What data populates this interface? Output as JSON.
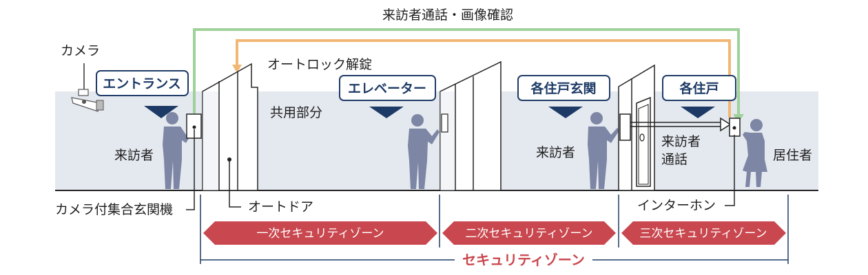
{
  "diagram": {
    "top_caption": "来訪者通話・画像確認",
    "labels": {
      "camera": "カメラ",
      "autolock": "オートロック解錠",
      "common_area": "共用部分",
      "visitor_1": "来訪者",
      "visitor_2": "来訪者",
      "visitor_call_1": "来訪者",
      "visitor_call_2": "通話",
      "resident": "居住者",
      "panel": "カメラ付集合玄関機",
      "autodoor": "オートドア",
      "intercom": "インターホン"
    },
    "area_boxes": {
      "entrance": "エントランス",
      "elevator": "エレベーター",
      "unit_entrance": "各住戸玄関",
      "unit": "各住戸"
    },
    "zones": {
      "primary": "一次セキュリティゾーン",
      "secondary": "二次セキュリティゾーン",
      "tertiary": "三次セキュリティゾーン",
      "overall": "セキュリティゾーン"
    },
    "colors": {
      "wall": "#e4e8ef",
      "navy": "#1d3a66",
      "figure": "#7d86a4",
      "green_line": "#9fd19a",
      "orange_line": "#f2b774",
      "zone_red": "#c9474e"
    }
  }
}
